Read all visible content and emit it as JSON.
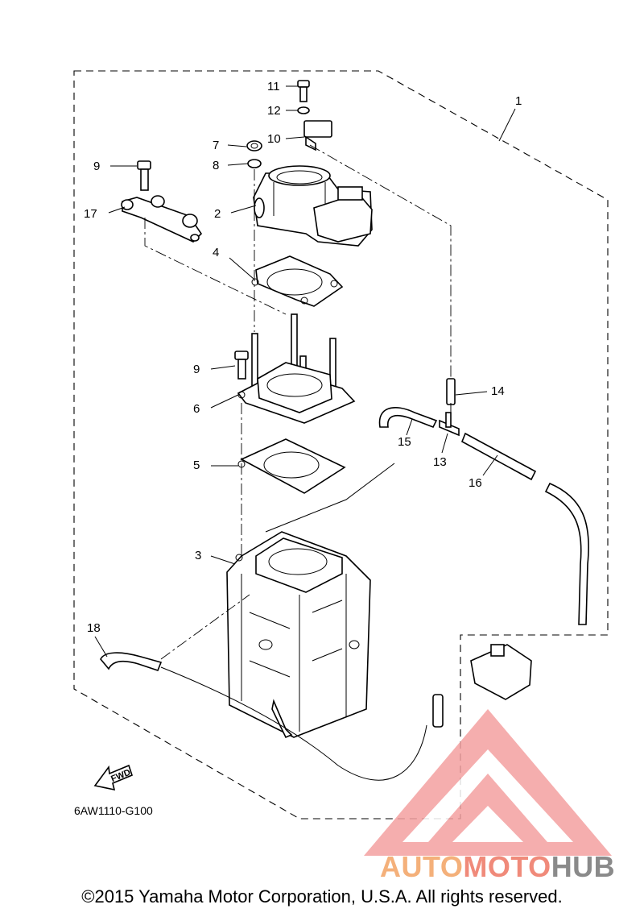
{
  "diagram": {
    "callouts": [
      "1",
      "2",
      "3",
      "4",
      "5",
      "6",
      "7",
      "8",
      "9",
      "9",
      "10",
      "11",
      "12",
      "13",
      "14",
      "15",
      "16",
      "17",
      "18"
    ],
    "diagram_code": "6AW1110-G100",
    "direction_label": "FWD"
  },
  "watermark": {
    "brand_part1": "AUTO",
    "brand_part2": "MOTO",
    "brand_part3": "HUB",
    "color_primary": "#f4a27a",
    "color_secondary": "#8a8a8a"
  },
  "footer": {
    "copyright": "©2015 Yamaha Motor Corporation, U.S.A. All rights reserved."
  }
}
